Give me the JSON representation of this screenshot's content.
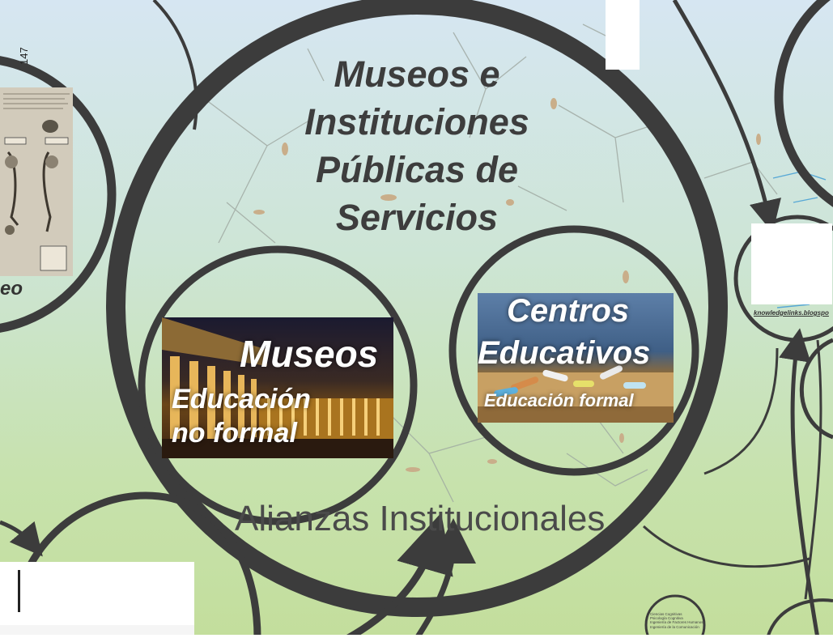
{
  "main_title": "Museos e Instituciones Públicas de Servicios",
  "museos": {
    "title": "Museos",
    "subtitle_line1": "Educación",
    "subtitle_line2": "no formal"
  },
  "centros": {
    "title_line1": "Centros",
    "title_line2": "Educativos",
    "subtitle": "Educación formal"
  },
  "alianzas": "Alianzas Institucionales",
  "left": {
    "number": "147",
    "word_fragment": "eo"
  },
  "right": {
    "blog_link": "knowledgelinks.blogspo"
  },
  "tiny_list": [
    "Ciencias Cognitivas",
    "Psicología Cognitiva",
    "Ingeniería de Factores Humanos",
    "Ingeniería de la Comunicación"
  ],
  "colors": {
    "frame_stroke": "#3c3c3c",
    "text_dark": "#3d3d3d",
    "photo_text": "#ffffff"
  }
}
